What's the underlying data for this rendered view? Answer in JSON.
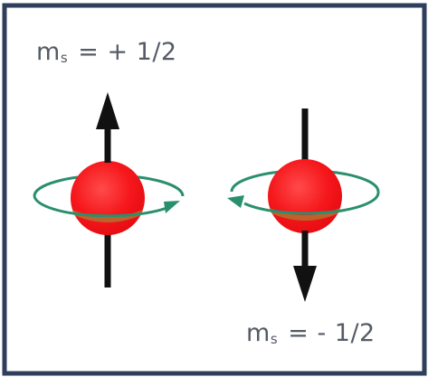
{
  "labels": {
    "spin_up": {
      "symbol": "m",
      "subscript": "s",
      "value": "= + 1/2"
    },
    "spin_down": {
      "symbol": "m",
      "subscript": "s",
      "value": "= - 1/2"
    }
  },
  "colors": {
    "border": "#2f3e5a",
    "sphere": "#f5171b",
    "sphere_highlight": "#ff5a5a",
    "equator_band": "#b86a2c",
    "orbit": "#2a8f6e",
    "arrow": "#111111",
    "text": "#555b66"
  }
}
